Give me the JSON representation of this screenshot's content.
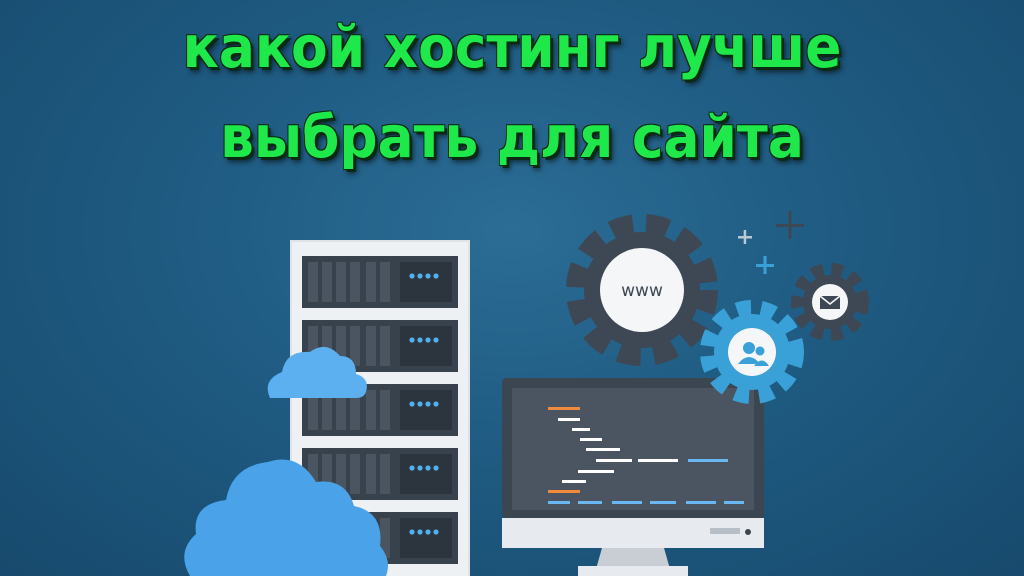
{
  "headline": {
    "line1": "какой хостинг лучше",
    "line2": "выбрать для сайта"
  },
  "illustration": {
    "gear_www_label": "www",
    "icons": [
      "server-rack-icon",
      "cloud-icon",
      "gear-www-icon",
      "gear-users-icon",
      "gear-mail-icon",
      "plus-icon",
      "monitor-code-icon"
    ]
  },
  "colors": {
    "headline": "#1ee84a",
    "background": "#1f5b82",
    "server": "#e7eaee",
    "cloud": "#4aa3e8",
    "gear_dark": "#45505c",
    "gear_blue": "#3aa0d8"
  }
}
